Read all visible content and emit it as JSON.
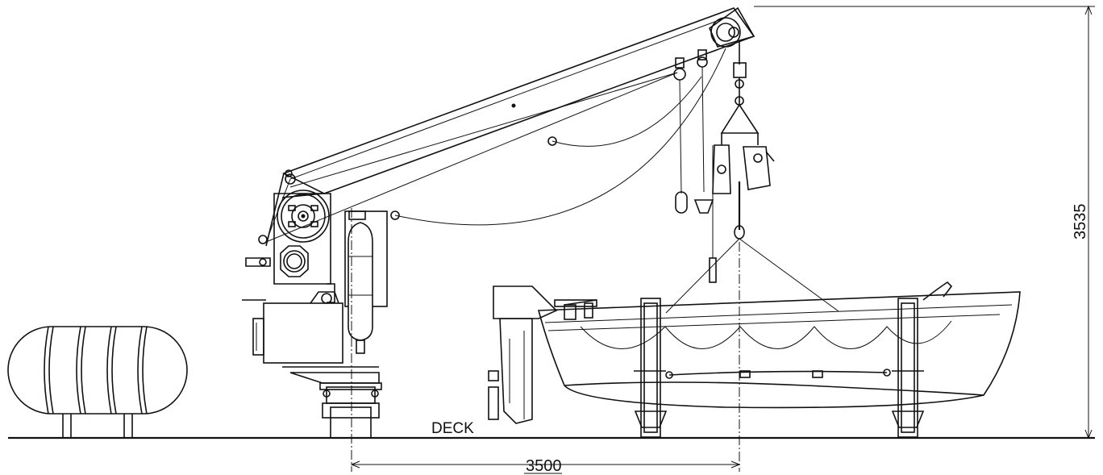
{
  "labels": {
    "deck": "DECK",
    "outreach_dimension": "3500",
    "height_dimension": "3535"
  },
  "colors": {
    "line": "#111111",
    "background": "#ffffff"
  }
}
